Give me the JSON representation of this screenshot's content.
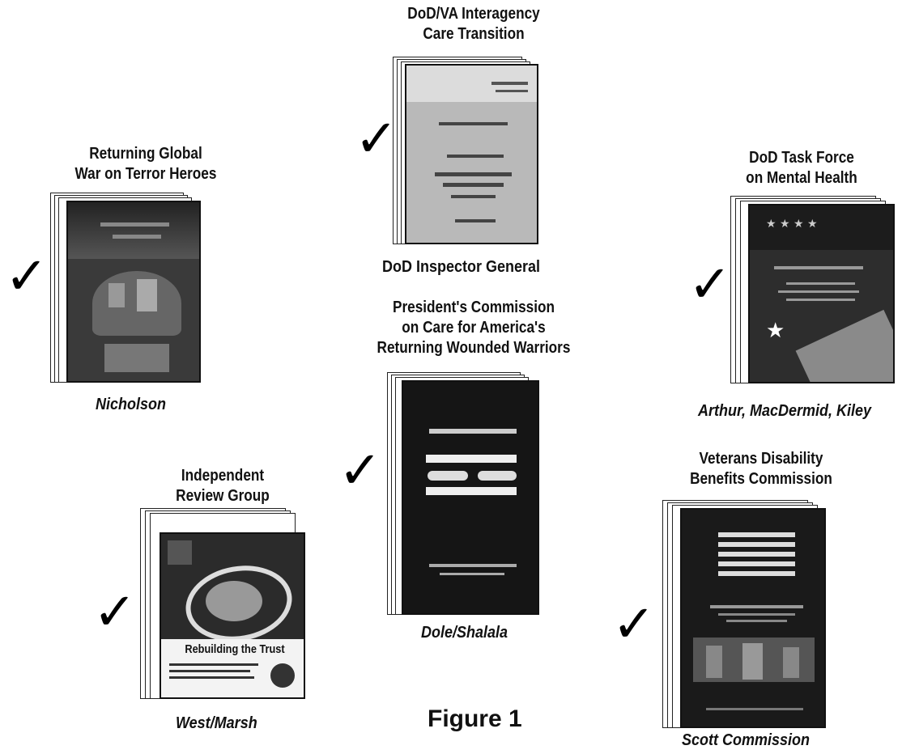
{
  "reports": [
    {
      "id": "interagency",
      "title_lines": [
        "DoD/VA Interagency",
        "Care Transition"
      ],
      "author": "DoD Inspector General",
      "author_style": "regular"
    },
    {
      "id": "global-war",
      "title_lines": [
        "Returning Global",
        "War on Terror Heroes"
      ],
      "author": "Nicholson",
      "author_style": "italic"
    },
    {
      "id": "mental-health",
      "title_lines": [
        "DoD Task Force",
        "on Mental Health"
      ],
      "author": "Arthur, MacDermid, Kiley",
      "author_style": "italic"
    },
    {
      "id": "presidents",
      "title_lines": [
        "President's Commission",
        "on Care for America's",
        "Returning Wounded Warriors"
      ],
      "author": "Dole/Shalala",
      "author_style": "italic"
    },
    {
      "id": "independent",
      "title_lines": [
        "Independent",
        "Review Group"
      ],
      "author": "West/Marsh",
      "author_style": "italic"
    },
    {
      "id": "veterans",
      "title_lines": [
        "Veterans Disability",
        "Benefits Commission"
      ],
      "author": "Scott Commission",
      "author_style": "italic"
    }
  ],
  "cover_text": {
    "independent": "Rebuilding the Trust"
  },
  "check_glyph": "✓",
  "figure_caption": "Figure 1"
}
